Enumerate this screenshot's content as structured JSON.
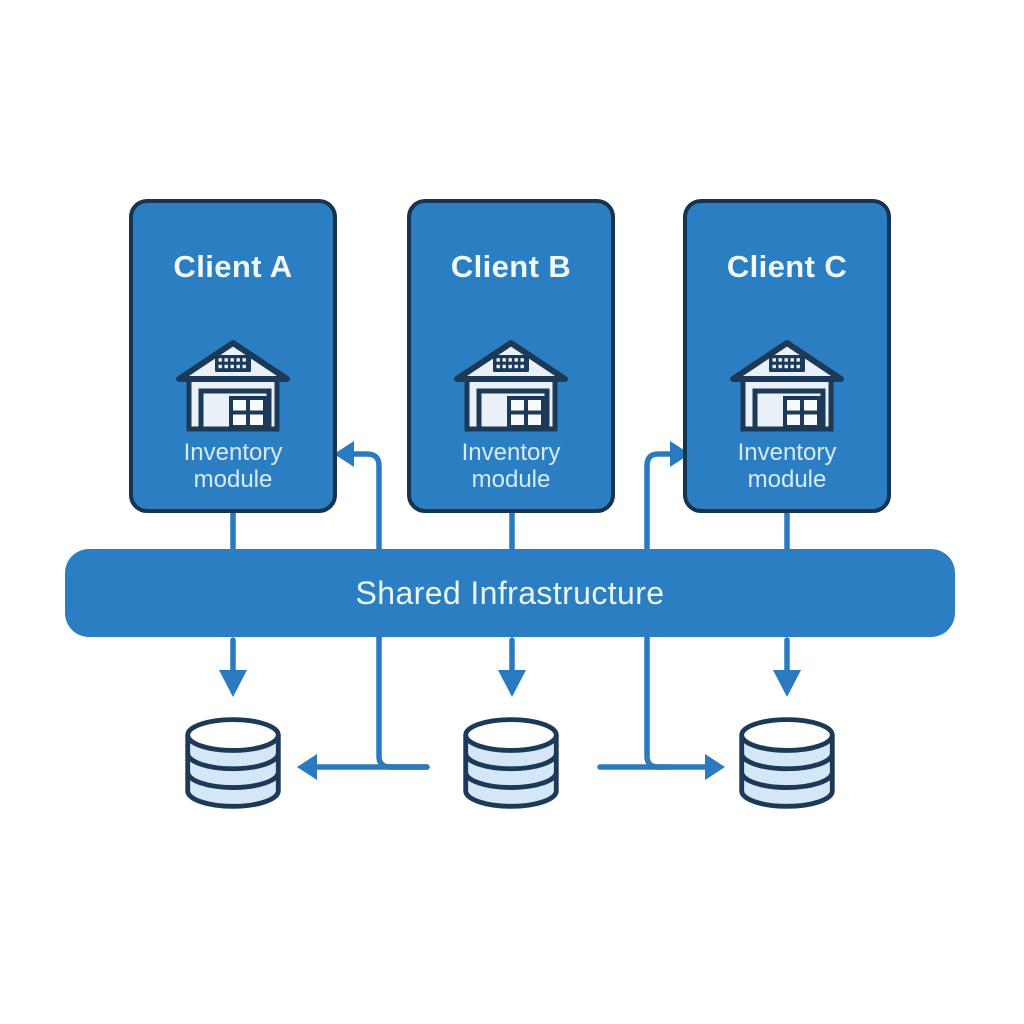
{
  "clients": [
    {
      "title": "Client A",
      "module_label": "Inventory module",
      "icon": "warehouse-icon"
    },
    {
      "title": "Client B",
      "module_label": "Inventory module",
      "icon": "warehouse-icon"
    },
    {
      "title": "Client C",
      "module_label": "Inventory module",
      "icon": "warehouse-icon"
    }
  ],
  "shared_bar": {
    "label": "Shared Infrastructure"
  },
  "databases": [
    {
      "icon": "database-icon"
    },
    {
      "icon": "database-icon"
    },
    {
      "icon": "database-icon"
    }
  ],
  "colors": {
    "primary_blue": "#2c7ec2",
    "arrow_blue": "#2a7abf",
    "card_border_navy": "#16334f",
    "icon_outline_navy": "#1c3a57",
    "icon_fill": "#eaf0f7",
    "database_fill": "#d4e7f6",
    "database_top": "#ffffff",
    "title_text": "#f2f9fd",
    "module_text": "#d6ebf9",
    "bar_text": "#e9f4fb",
    "background": "#ffffff"
  }
}
